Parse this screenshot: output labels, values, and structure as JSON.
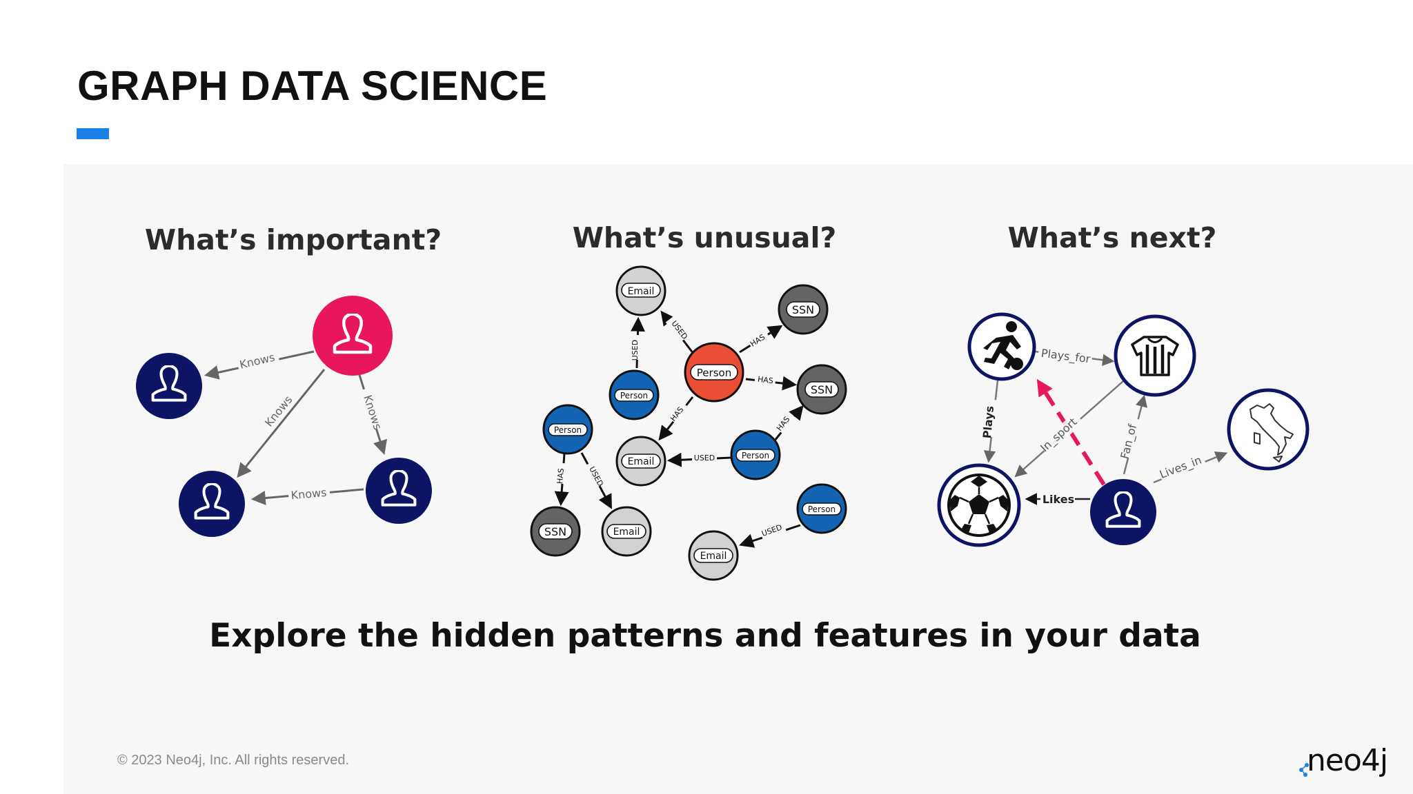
{
  "title": "GRAPH DATA SCIENCE",
  "colors": {
    "accent": "#1a7fe6",
    "highlight": "#e8175d",
    "navy": "#0e1464",
    "blue": "#1464b4",
    "orange": "#ea4f36",
    "grey_light": "#d2d2d2",
    "grey_dark": "#646464"
  },
  "sections": [
    {
      "heading": "What’s important?",
      "edges": [
        "Knows",
        "Knows",
        "Knows",
        "Knows"
      ]
    },
    {
      "heading": "What’s unusual?",
      "nodes": {
        "email": "Email",
        "ssn": "SSN",
        "person": "Person"
      },
      "edges": {
        "used": "USED",
        "has": "HAS"
      }
    },
    {
      "heading": "What’s next?",
      "edges": [
        "Plays_for",
        "Plays",
        "In_sport",
        "Fan_of",
        "Lives_in",
        "Likes"
      ]
    }
  ],
  "icons": [
    "person-icon",
    "soccer-player-icon",
    "jersey-icon",
    "soccer-ball-icon",
    "italy-map-icon"
  ],
  "tagline": "Explore the hidden patterns and features in your data",
  "footer": "© 2023 Neo4j, Inc. All rights reserved.",
  "logo": "neo4j"
}
